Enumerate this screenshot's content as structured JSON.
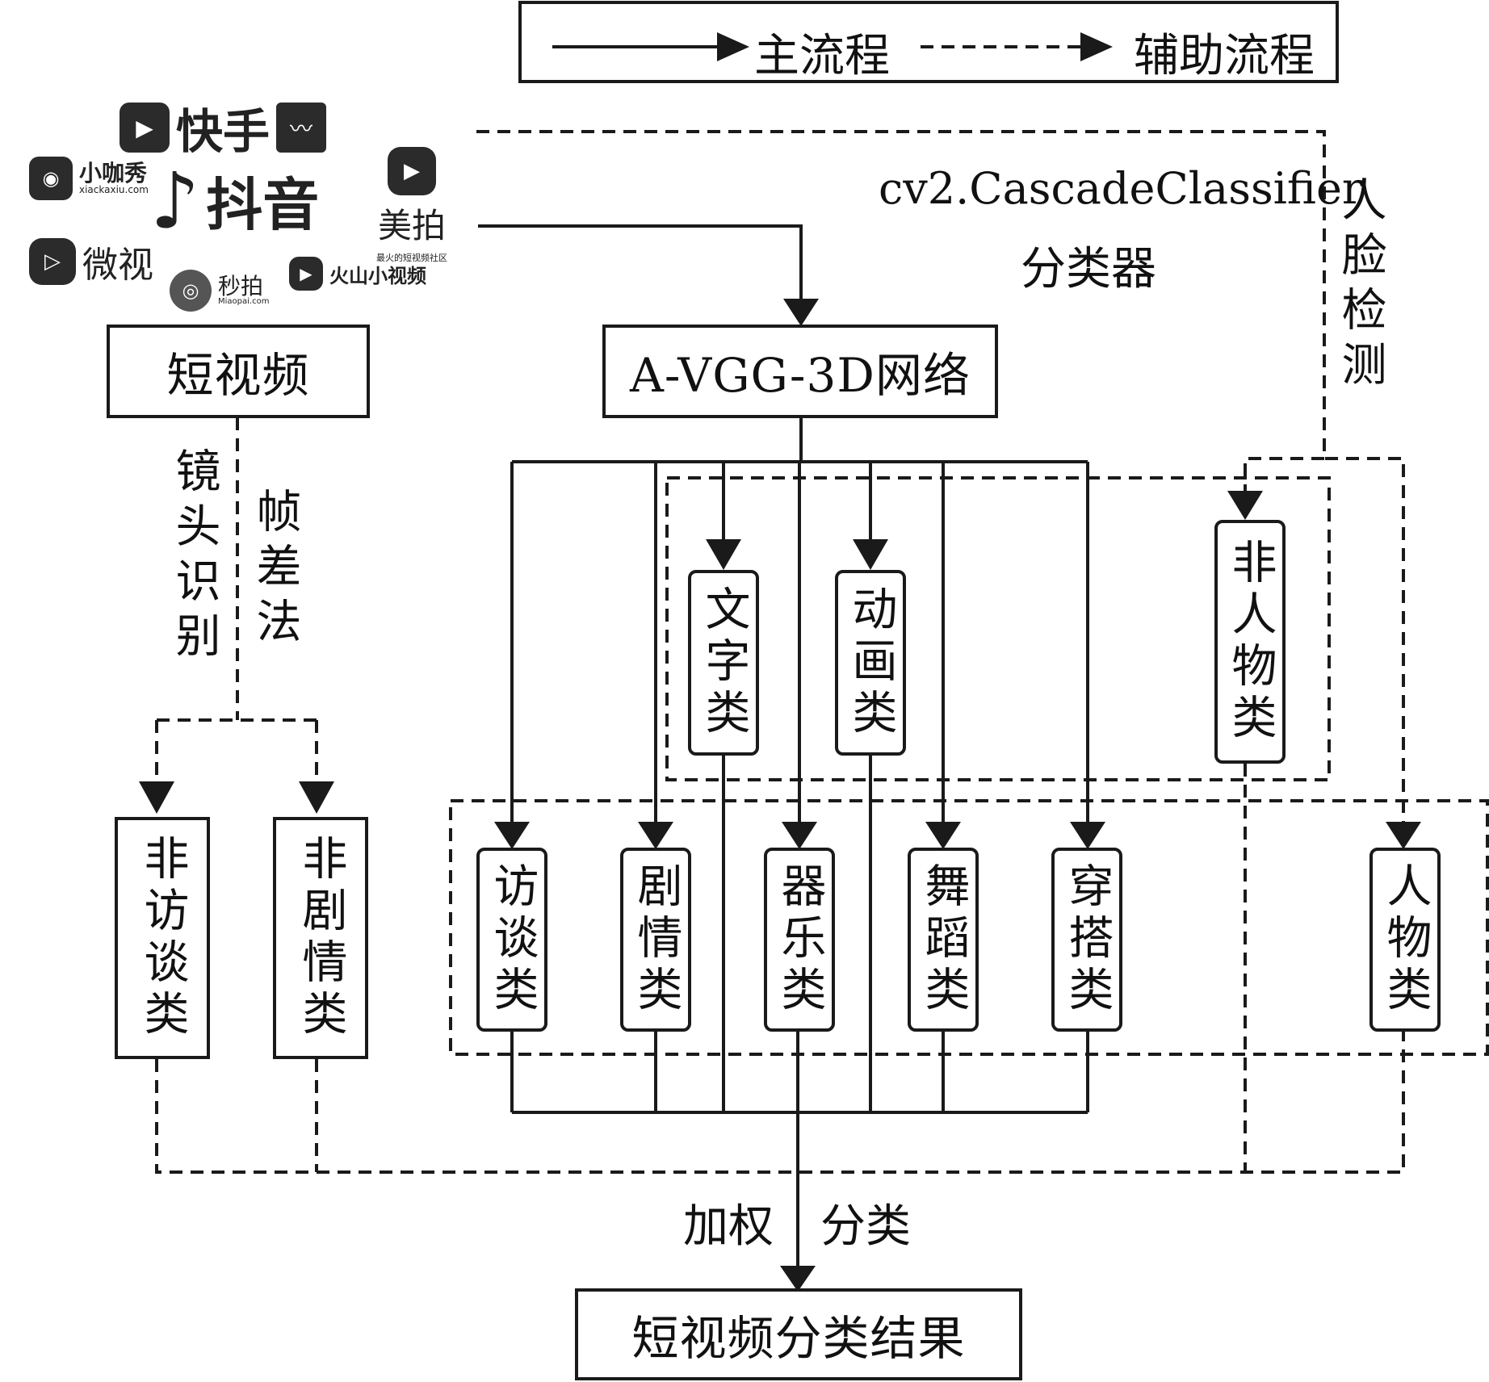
{
  "legend": {
    "main_label": "主流程",
    "aux_label": "辅助流程"
  },
  "platforms": {
    "kuaishou": "快手",
    "xiaokaxiu": "小咖秀",
    "xiaokaxiu_url": "xiackaxiu.com",
    "douyin": "抖音",
    "meipai": "美拍",
    "meipai_slogan": "最火的短视频社区",
    "weishi": "微视",
    "miaopai": "秒拍",
    "miaopai_url": "Miaopai.com",
    "huoshan": "火山小视频"
  },
  "nodes": {
    "short_video": "短视频",
    "network": "A-VGG-3D网络",
    "result": "短视频分类结果"
  },
  "annotations": {
    "classifier_name": "cv2.CascadeClassifier",
    "classifier_cn": "分类器",
    "face_detection": "人脸检测",
    "shot_recognition": "镜头识别",
    "frame_diff": "帧差法",
    "weighted": "加权",
    "classify": "分类"
  },
  "categories": {
    "text": "文字类",
    "animation": "动画类",
    "non_person": "非人物类",
    "interview": "访谈类",
    "drama": "剧情类",
    "instrument": "器乐类",
    "dance": "舞蹈类",
    "outfit": "穿搭类",
    "person": "人物类",
    "non_interview": "非访谈类",
    "non_drama": "非剧情类"
  },
  "colors": {
    "line": "#1a1a1a",
    "logo_dark": "#2b2b2b"
  },
  "icons": [
    "kuaishou-icon",
    "wave-icon",
    "xiaokaxiu-icon",
    "douyin-icon",
    "meipai-icon",
    "weishi-icon",
    "miaopai-icon",
    "huoshan-icon"
  ]
}
